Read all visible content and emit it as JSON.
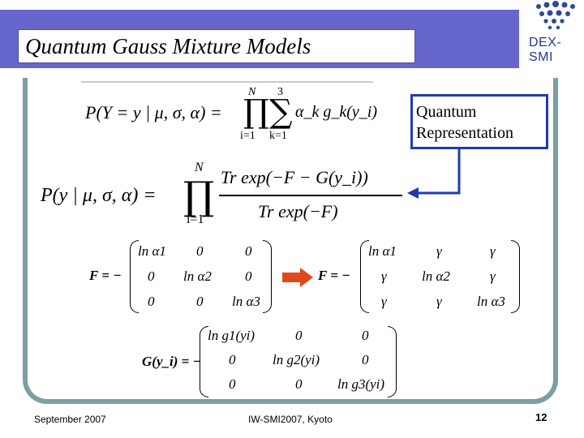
{
  "slide": {
    "title": "Quantum Gauss Mixture Models",
    "logo_text": "DEX-SMI",
    "callout": [
      "Quantum",
      "Representation"
    ],
    "footer_left": "September 2007",
    "footer_center": "IW-SMI2007, Kyoto",
    "page_number": "12"
  },
  "colors": {
    "title_bar": "#6666cc",
    "frame": "#7aa0a0",
    "callout_border": "#1f3bb0",
    "arrow_red": "#e04a1a"
  },
  "formulas": {
    "eq1_lhs": "P(Y = y | μ, σ, α) =",
    "eq1_prod_top": "N",
    "eq1_prod_bottom": "i=1",
    "eq1_sum_top": "3",
    "eq1_sum_bottom": "k=1",
    "eq1_rhs": "α_k g_k(y_i)",
    "eq2_lhs": "P(y | μ, σ, α) =",
    "eq2_prod_top": "N",
    "eq2_prod_bottom": "i=1",
    "eq2_num": "Tr exp(−F − G(y_i))",
    "eq2_den": "Tr exp(−F)",
    "F_label": "F = −",
    "F_matrix": [
      [
        "ln α1",
        "0",
        "0"
      ],
      [
        "0",
        "ln α2",
        "0"
      ],
      [
        "0",
        "0",
        "ln α3"
      ]
    ],
    "Fq_label": "F = −",
    "Fq_matrix": [
      [
        "ln α1",
        "γ",
        "γ"
      ],
      [
        "γ",
        "ln α2",
        "γ"
      ],
      [
        "γ",
        "γ",
        "ln α3"
      ]
    ],
    "G_label": "G(y_i) = −",
    "G_matrix": [
      [
        "ln g1(yi)",
        "0",
        "0"
      ],
      [
        "0",
        "ln g2(yi)",
        "0"
      ],
      [
        "0",
        "0",
        "ln g3(yi)"
      ]
    ]
  }
}
